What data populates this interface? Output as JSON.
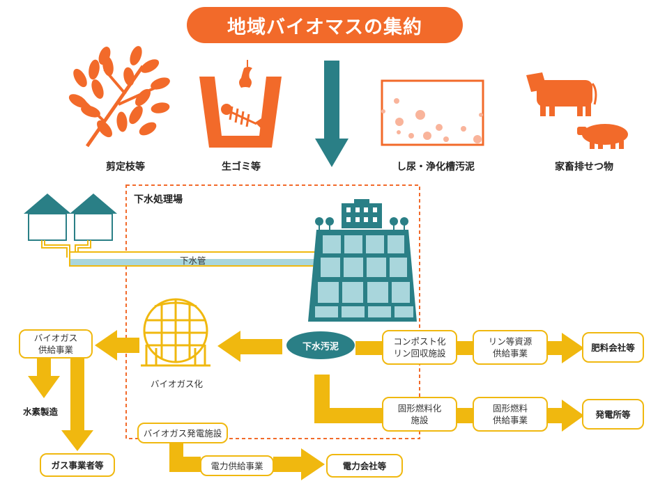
{
  "title": "地域バイオマスの集約",
  "sources": [
    {
      "label": "剪定枝等",
      "icon": "branch-icon"
    },
    {
      "label": "生ゴミ等",
      "icon": "food-waste-icon"
    },
    {
      "label": "し尿・浄化槽汚泥",
      "icon": "sludge-tank-icon"
    },
    {
      "label": "家畜排せつ物",
      "icon": "livestock-icon"
    }
  ],
  "plant_label": "下水処理場",
  "pipe_label": "下水管",
  "sludge_label": "下水汚泥",
  "digester_label": "バイオガス化",
  "nodes": {
    "biogas_supply": "バイオガス\n供給事業",
    "hydrogen": "水素製造",
    "gas_company": "ガス事業者等",
    "biogas_power": "バイオガス発電施設",
    "power_supply": "電力供給事業",
    "power_company": "電力会社等",
    "compost": "コンポスト化\nリン回収施設",
    "phosphorus": "リン等資源\n供給事業",
    "fertilizer": "肥料会社等",
    "solid_fuel": "固形燃料化\n施設",
    "solid_fuel_supply": "固形燃料\n供給事業",
    "power_plant": "発電所等"
  },
  "colors": {
    "orange": "#f26a2a",
    "teal": "#2a7f86",
    "yellow": "#f0b80f",
    "light_blue": "#a9d6dc"
  }
}
